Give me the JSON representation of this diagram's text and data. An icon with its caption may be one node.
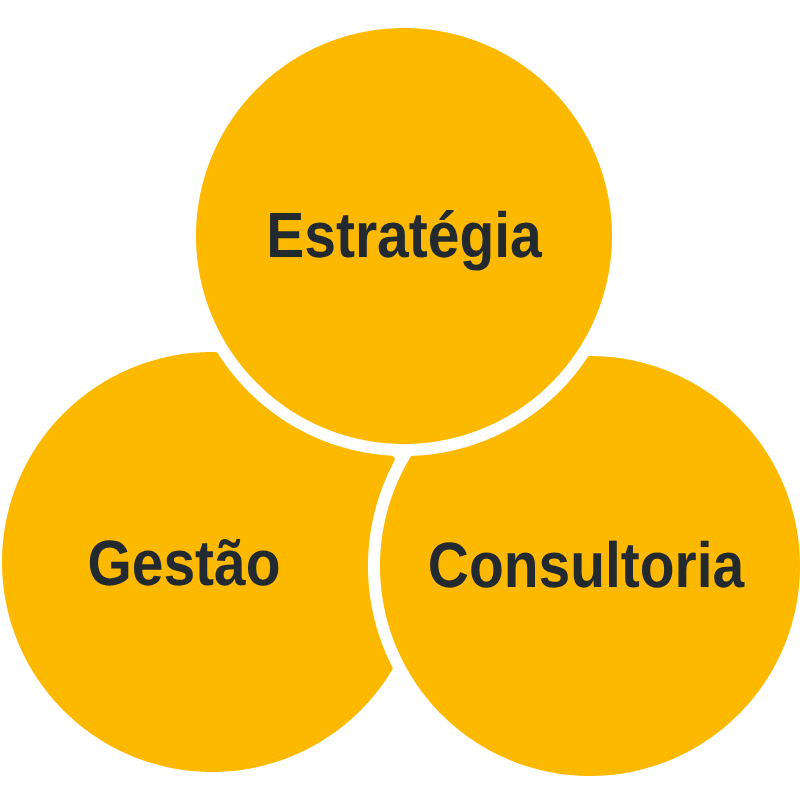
{
  "diagram": {
    "nodes": [
      {
        "text": [
          "Estratégia"
        ]
      },
      {
        "text": [
          "Gestão"
        ]
      },
      {
        "text": [
          "Consultoria"
        ]
      }
    ]
  }
}
